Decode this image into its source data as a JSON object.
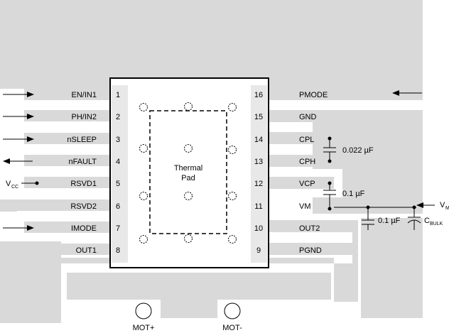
{
  "pins_left": [
    {
      "num": "1",
      "name": "EN/IN1"
    },
    {
      "num": "2",
      "name": "PH/IN2"
    },
    {
      "num": "3",
      "name": "nSLEEP"
    },
    {
      "num": "4",
      "name": "nFAULT"
    },
    {
      "num": "5",
      "name": "RSVD1"
    },
    {
      "num": "6",
      "name": "RSVD2"
    },
    {
      "num": "7",
      "name": "IMODE"
    },
    {
      "num": "8",
      "name": "OUT1"
    }
  ],
  "pins_right": [
    {
      "num": "16",
      "name": "PMODE"
    },
    {
      "num": "15",
      "name": "GND"
    },
    {
      "num": "14",
      "name": "CPL"
    },
    {
      "num": "13",
      "name": "CPH"
    },
    {
      "num": "12",
      "name": "VCP"
    },
    {
      "num": "11",
      "name": "VM"
    },
    {
      "num": "10",
      "name": "OUT2"
    },
    {
      "num": "9",
      "name": "PGND"
    }
  ],
  "thermal_pad": {
    "line1": "Thermal",
    "line2": "Pad"
  },
  "components": {
    "cap_cp": "0.022 µF",
    "cap_vcp": "0.1 µF",
    "cap_vm": "0.1 µF",
    "cbulk_main": "C",
    "cbulk_sub": "BULK"
  },
  "nets": {
    "vcc_main": "V",
    "vcc_sub": "CC",
    "vm_main": "V",
    "vm_sub": "M"
  },
  "terminals": {
    "mot_plus": "MOT+",
    "mot_minus": "MOT-"
  },
  "colors": {
    "copper": "#d9d9d9",
    "outline": "#000000",
    "background": "#ffffff"
  }
}
